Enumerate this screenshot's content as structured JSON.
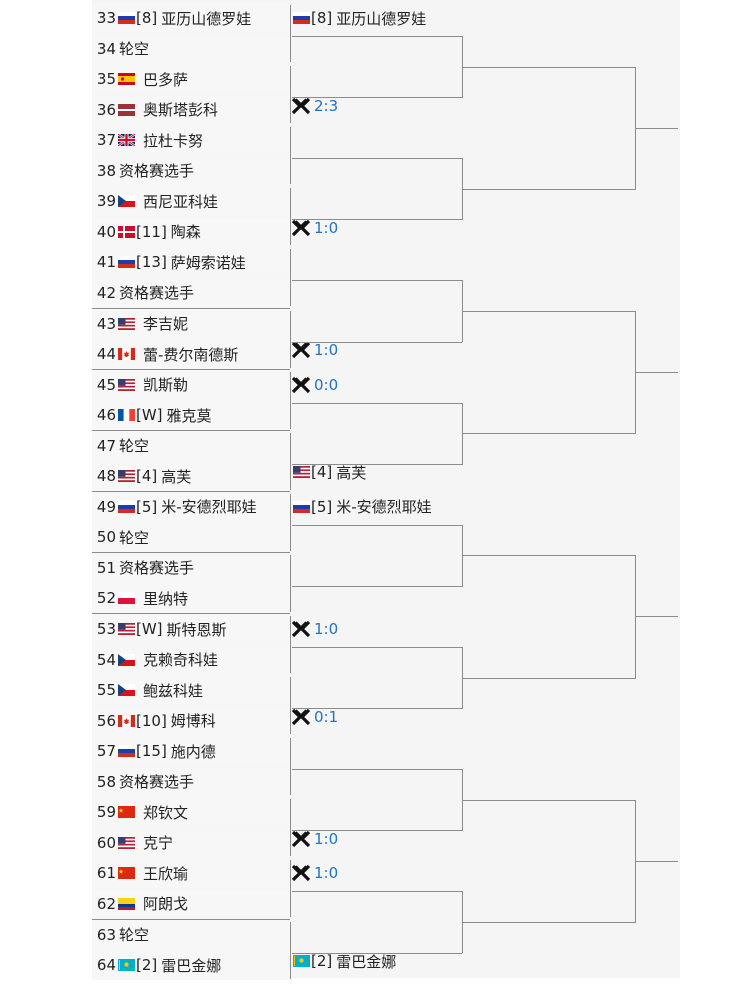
{
  "colors": {
    "line": "#8c8c8c",
    "score": "#1f73c7",
    "quarter_bg": "#f5f5f5",
    "entry_bg": "#f7f7f7"
  },
  "entries": [
    {
      "no": "33",
      "flag": "ru",
      "seed": "[8]",
      "name": "亚历山德罗娃"
    },
    {
      "no": "34",
      "flag": "",
      "seed": "",
      "name": "轮空"
    },
    {
      "no": "35",
      "flag": "es",
      "seed": "",
      "name": "巴多萨"
    },
    {
      "no": "36",
      "flag": "lv",
      "seed": "",
      "name": "奥斯塔彭科"
    },
    {
      "no": "37",
      "flag": "gb",
      "seed": "",
      "name": "拉杜卡努"
    },
    {
      "no": "38",
      "flag": "",
      "seed": "",
      "name": "资格赛选手"
    },
    {
      "no": "39",
      "flag": "cz",
      "seed": "",
      "name": "西尼亚科娃"
    },
    {
      "no": "40",
      "flag": "dk",
      "seed": "[11]",
      "name": "陶森"
    },
    {
      "no": "41",
      "flag": "ru",
      "seed": "[13]",
      "name": "萨姆索诺娃"
    },
    {
      "no": "42",
      "flag": "",
      "seed": "",
      "name": "资格赛选手"
    },
    {
      "no": "43",
      "flag": "us",
      "seed": "",
      "name": "李吉妮"
    },
    {
      "no": "44",
      "flag": "ca",
      "seed": "",
      "name": "蕾-费尔南德斯"
    },
    {
      "no": "45",
      "flag": "us",
      "seed": "",
      "name": "凯斯勒"
    },
    {
      "no": "46",
      "flag": "fr",
      "seed": "[W]",
      "name": "雅克莫"
    },
    {
      "no": "47",
      "flag": "",
      "seed": "",
      "name": "轮空"
    },
    {
      "no": "48",
      "flag": "us",
      "seed": "[4]",
      "name": "高芙"
    },
    {
      "no": "49",
      "flag": "ru",
      "seed": "[5]",
      "name": "米-安德烈耶娃"
    },
    {
      "no": "50",
      "flag": "",
      "seed": "",
      "name": "轮空"
    },
    {
      "no": "51",
      "flag": "",
      "seed": "",
      "name": "资格赛选手"
    },
    {
      "no": "52",
      "flag": "pl",
      "seed": "",
      "name": "里纳特"
    },
    {
      "no": "53",
      "flag": "us",
      "seed": "[W]",
      "name": "斯特恩斯"
    },
    {
      "no": "54",
      "flag": "cz",
      "seed": "",
      "name": "克赖奇科娃"
    },
    {
      "no": "55",
      "flag": "cz",
      "seed": "",
      "name": "鲍兹科娃"
    },
    {
      "no": "56",
      "flag": "ca",
      "seed": "[10]",
      "name": "姆博科"
    },
    {
      "no": "57",
      "flag": "ru",
      "seed": "[15]",
      "name": "施内德"
    },
    {
      "no": "58",
      "flag": "",
      "seed": "",
      "name": "资格赛选手"
    },
    {
      "no": "59",
      "flag": "cn",
      "seed": "",
      "name": "郑钦文"
    },
    {
      "no": "60",
      "flag": "us",
      "seed": "",
      "name": "克宁"
    },
    {
      "no": "61",
      "flag": "cn",
      "seed": "",
      "name": "王欣瑜"
    },
    {
      "no": "62",
      "flag": "co",
      "seed": "",
      "name": "阿朗戈"
    },
    {
      "no": "63",
      "flag": "",
      "seed": "",
      "name": "轮空"
    },
    {
      "no": "64",
      "flag": "kz",
      "seed": "[2]",
      "name": "雷巴金娜"
    }
  ],
  "round2": [
    {
      "type": "player",
      "flag": "ru",
      "seed": "[8]",
      "name": "亚历山德罗娃"
    },
    {
      "type": "score",
      "score": "2:3"
    },
    {
      "type": "empty"
    },
    {
      "type": "score",
      "score": "1:0"
    },
    {
      "type": "empty"
    },
    {
      "type": "score",
      "score": "1:0"
    },
    {
      "type": "score",
      "score": "0:0"
    },
    {
      "type": "player",
      "flag": "us",
      "seed": "[4]",
      "name": "高芙"
    },
    {
      "type": "player",
      "flag": "ru",
      "seed": "[5]",
      "name": "米-安德烈耶娃"
    },
    {
      "type": "empty"
    },
    {
      "type": "score",
      "score": "1:0"
    },
    {
      "type": "score",
      "score": "0:1"
    },
    {
      "type": "empty"
    },
    {
      "type": "score",
      "score": "1:0"
    },
    {
      "type": "score",
      "score": "1:0"
    },
    {
      "type": "player",
      "flag": "kz",
      "seed": "[2]",
      "name": "雷巴金娜"
    }
  ]
}
